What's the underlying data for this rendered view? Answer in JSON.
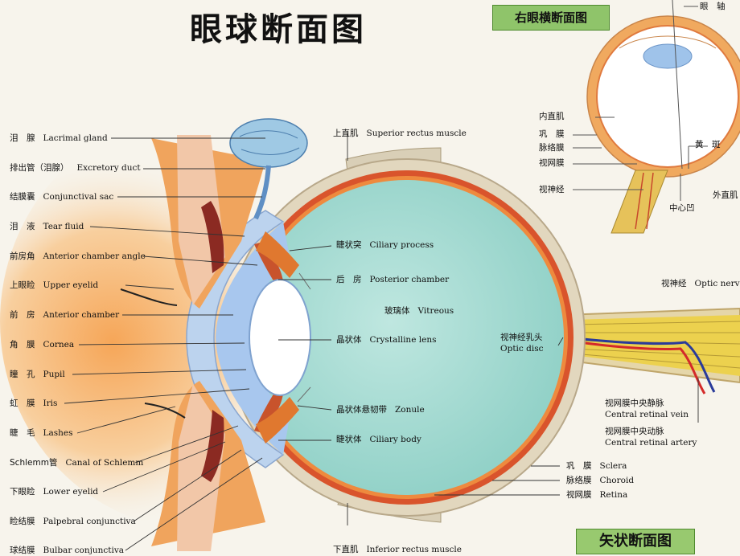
{
  "title": "眼球断面图",
  "inset_title": "右眼横断面图",
  "sagittal_title": "矢状断面图",
  "left_labels": [
    {
      "zh": "泪　腺",
      "en": "Lacrimal gland"
    },
    {
      "zh": "排出管（泪腺）",
      "en": "Excretory duct"
    },
    {
      "zh": "结膜囊",
      "en": "Conjunctival sac"
    },
    {
      "zh": "泪　液",
      "en": "Tear fluid"
    },
    {
      "zh": "前房角",
      "en": "Anterior chamber angle"
    },
    {
      "zh": "上眼睑",
      "en": "Upper eyelid"
    },
    {
      "zh": "前　房",
      "en": "Anterior chamber"
    },
    {
      "zh": "角　膜",
      "en": "Cornea"
    },
    {
      "zh": "瞳　孔",
      "en": "Pupil"
    },
    {
      "zh": "虹　膜",
      "en": "Iris"
    },
    {
      "zh": "睫　毛",
      "en": "Lashes"
    },
    {
      "zh": "Schlemm管",
      "en": "Canal of Schlemm"
    },
    {
      "zh": "下眼睑",
      "en": "Lower eyelid"
    },
    {
      "zh": "睑结膜",
      "en": "Palpebral conjunctiva"
    },
    {
      "zh": "球结膜",
      "en": "Bulbar conjunctiva"
    }
  ],
  "center_labels": {
    "superior_rectus": {
      "zh": "上直肌",
      "en": "Superior rectus muscle"
    },
    "inferior_rectus": {
      "zh": "下直肌",
      "en": "Inferior rectus muscle"
    },
    "ciliary_process": {
      "zh": "睫状突",
      "en": "Ciliary process"
    },
    "posterior_chamber": {
      "zh": "后　房",
      "en": "Posterior chamber"
    },
    "vitreous": {
      "zh": "玻璃体",
      "en": "Vitreous"
    },
    "lens": {
      "zh": "晶状体",
      "en": "Crystalline lens"
    },
    "zonule": {
      "zh": "晶状体悬韧带",
      "en": "Zonule"
    },
    "ciliary_body": {
      "zh": "睫状体",
      "en": "Ciliary body"
    },
    "optic_disc": {
      "zh": "视神经乳头",
      "en": "Optic disc"
    },
    "retinal_vein": {
      "zh": "视网膜中央静脉",
      "en": "Central retinal vein"
    },
    "retinal_artery": {
      "zh": "视网膜中央动脉",
      "en": "Central retinal artery"
    },
    "optic_nerve": {
      "zh": "视神经",
      "en": "Optic nerv"
    },
    "sclera": {
      "zh": "巩　膜",
      "en": "Sclera"
    },
    "choroid": {
      "zh": "脉络膜",
      "en": "Choroid"
    },
    "retina": {
      "zh": "视网膜",
      "en": "Retina"
    }
  },
  "inset_labels": {
    "eye_axis": "眼　轴",
    "medial_rectus": "内直肌",
    "sclera": "巩　膜",
    "choroid": "脉络膜",
    "retina": "视网膜",
    "macula": "黄　斑",
    "optic_nerve": "视神经",
    "lateral_rectus": "外直肌",
    "fovea": "中心凹"
  },
  "colors": {
    "vitreous": "#a9ddd6",
    "sclera": "#e2d7be",
    "choroid": "#d9542c",
    "retina_orange": "#ee8a3e",
    "cornea": "#bcd3ee",
    "lacrimal": "#9fc9e4",
    "nerve": "#e8c94a",
    "background_accent": "#f4c79a"
  }
}
